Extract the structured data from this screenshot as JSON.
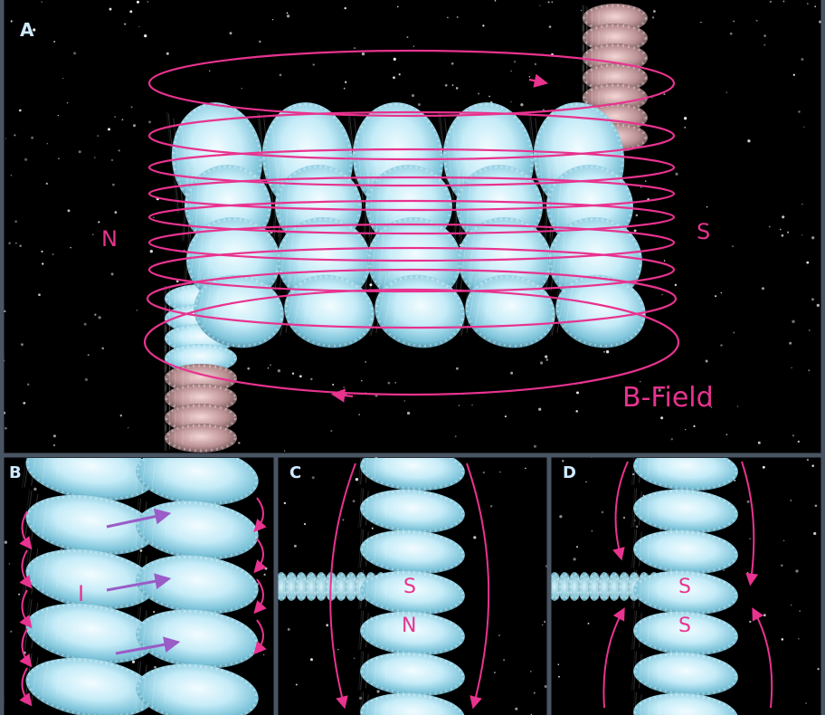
{
  "panels": {
    "a": {
      "letter": "A",
      "north": "N",
      "south": "S",
      "field": "B-Field"
    },
    "b": {
      "letter": "B",
      "current": "I"
    },
    "c": {
      "letter": "C",
      "upper_pole": "S",
      "lower_pole": "N"
    },
    "d": {
      "letter": "D",
      "upper_pole": "S",
      "lower_pole": "S"
    }
  },
  "colors": {
    "background": "#000000",
    "border": "#4a5563",
    "field_lines": "#e8338f",
    "current_arrows": "#9a5cc6",
    "coil": "#c9f0ff",
    "coil_edge": "#5aa3bd"
  }
}
